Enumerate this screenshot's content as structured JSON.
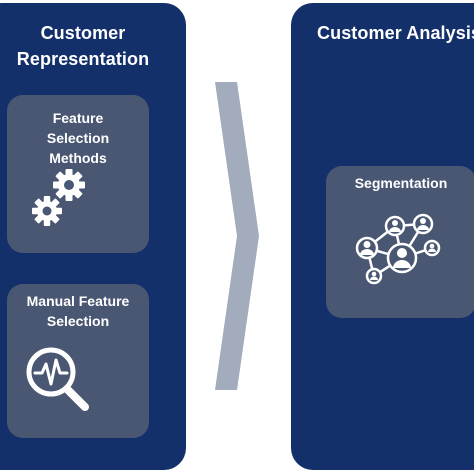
{
  "left_panel": {
    "title": "Customer\nRepresentation",
    "cards": [
      {
        "label": "Feature\nSelection\nMethods",
        "icon": "gears-icon"
      },
      {
        "label": "Manual Feature\nSelection",
        "icon": "analytics-magnifier-icon"
      }
    ]
  },
  "right_panel": {
    "title": "Customer Analysis",
    "cards": [
      {
        "label": "Segmentation",
        "icon": "customer-network-icon"
      }
    ]
  },
  "connector": {
    "icon": "chevron-right-arrow"
  },
  "colors": {
    "panel": "#14306b",
    "card": "#4a5773",
    "chevron": "#a3acbd",
    "text": "#ffffff"
  }
}
